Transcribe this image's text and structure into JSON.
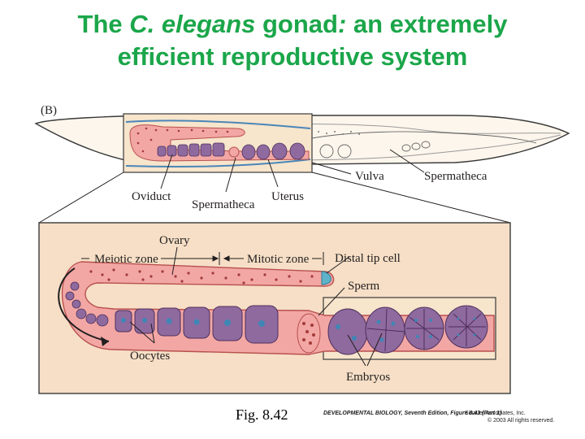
{
  "title": {
    "part1": "The ",
    "part2": "C. elegans",
    "part3": " gonad",
    "part4": ": ",
    "part5": "an extremely",
    "line2": "efficient reproductive system"
  },
  "panel_label": "(B)",
  "top_labels": {
    "oviduct": "Oviduct",
    "spermatheca": "Spermatheca",
    "uterus": "Uterus",
    "vulva": "Vulva",
    "spermatheca_right": "Spermatheca"
  },
  "zoom_labels": {
    "ovary": "Ovary",
    "meiotic_zone": "Meiotic zone",
    "mitotic_zone": "Mitotic zone",
    "distal_tip_cell": "Distal tip cell",
    "sperm": "Sperm",
    "oocytes": "Oocytes",
    "embryos": "Embryos"
  },
  "caption": "Fig. 8.42",
  "credit": {
    "book": "DEVELOPMENTAL BIOLOGY, Seventh Edition, Figure 8.43 (Part 1)",
    "publisher": "Sinauer Associates, Inc.",
    "copyright": "© 2003 All rights reserved."
  },
  "colors": {
    "title": "#1ba64a",
    "panel_bg": "#f6dfc6",
    "gonad_pink": "#f2a7a4",
    "cell_purple": "#8e6a9f",
    "nucleus_blue": "#3f86b5",
    "distal_tip": "#5fb3c9"
  }
}
